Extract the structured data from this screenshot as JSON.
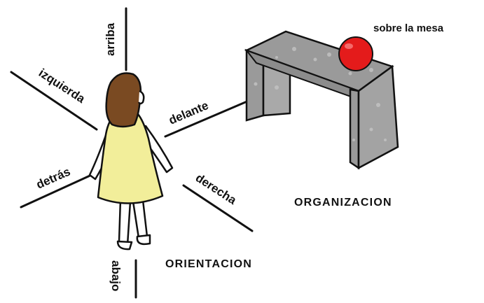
{
  "labels": {
    "arriba": "arriba",
    "abajo": "abajo",
    "izquierda": "izquierda",
    "derecha": "derecha",
    "delante": "delante",
    "detras": "detrás",
    "sobre_la_mesa": "sobre la mesa",
    "orientacion": "ORIENTACION",
    "organizacion": "ORGANIZACION"
  },
  "colors": {
    "ink": "#111111",
    "hair": "#7a4a22",
    "dress": "#f2ee9a",
    "skin": "#ffffff",
    "table": "#9a9a9a",
    "ball": "#e41b1b"
  },
  "icons": {
    "girl": "girl-figure",
    "table": "table",
    "ball": "red-ball"
  }
}
